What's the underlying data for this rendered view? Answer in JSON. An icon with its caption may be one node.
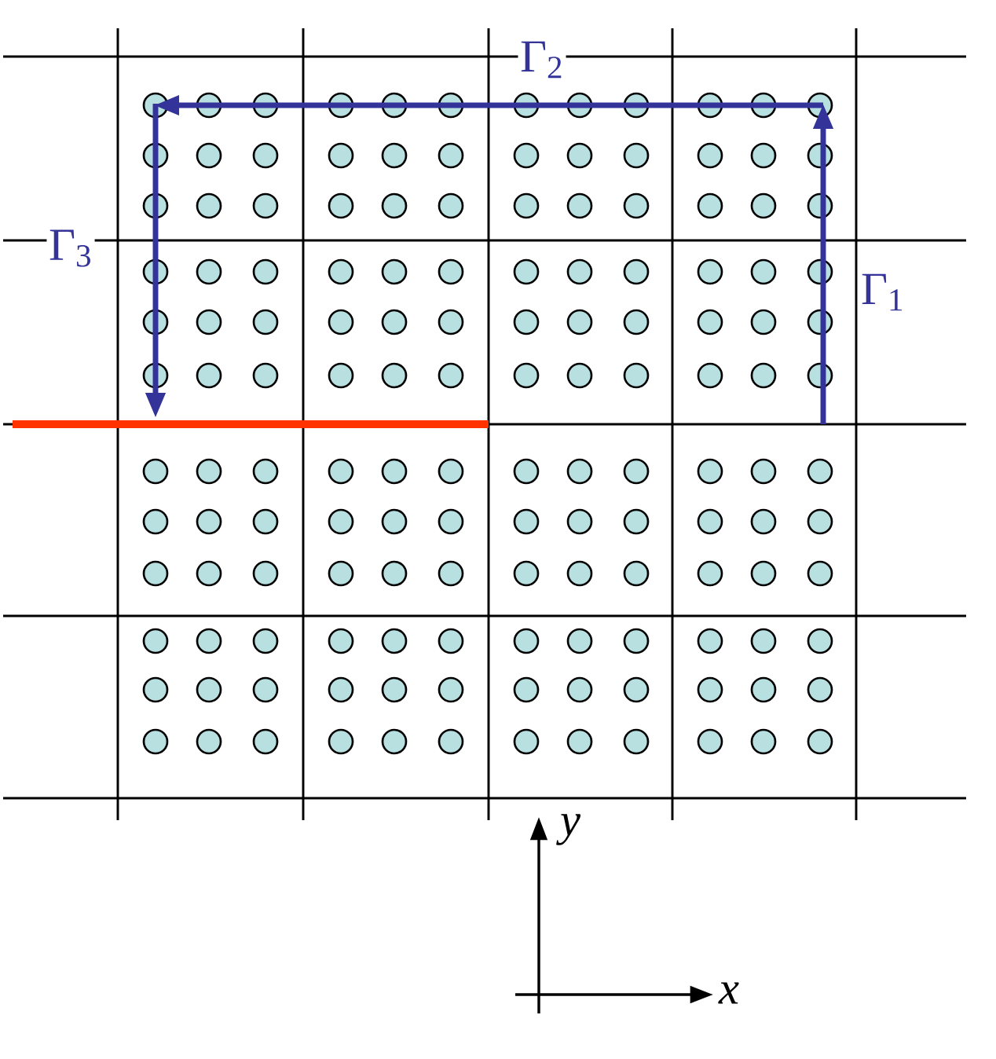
{
  "diagram": {
    "labels": [
      "Γ$_{2}$",
      "Γ$_{3}$",
      "Γ$_{1}$",
      "y",
      "x"
    ]
  }
}
